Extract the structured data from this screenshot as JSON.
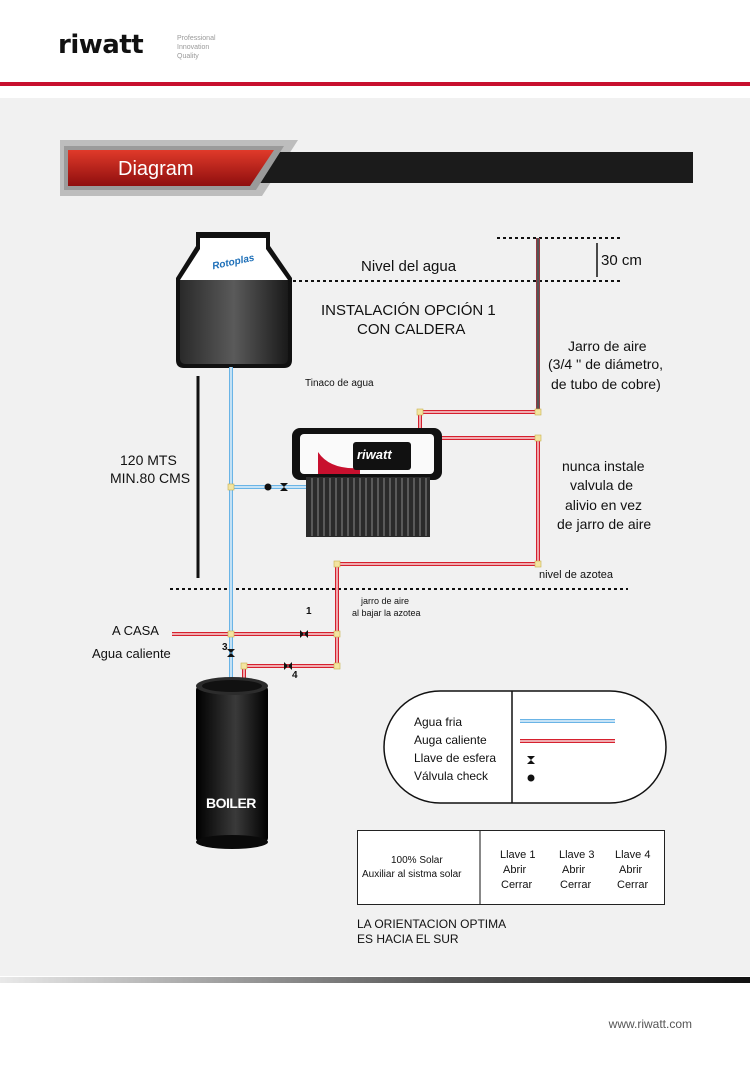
{
  "brand": {
    "logo_text": "riwatt",
    "tagline": [
      "Professional",
      "Innovation",
      "Quality"
    ],
    "website": "www.riwatt.com"
  },
  "section_header": "Diagram",
  "diagram": {
    "tank_brand": "Rotoplas",
    "tank_label": "Tinaco de agua",
    "water_level": "Nivel del agua",
    "title_line1": "INSTALACIÓN OPCIÓN 1",
    "title_line2": "CON CALDERA",
    "distance_30": "30 cm",
    "air_jar_line1": "Jarro de aire",
    "air_jar_line2": "(3/4 '' de diámetro,",
    "air_jar_line3": "de tubo de cobre)",
    "height_line1": "120 MTS",
    "height_line2": "MIN.80 CMS",
    "collector_brand": "riwatt",
    "note_line1": "nunca instale",
    "note_line2": "valvula de",
    "note_line3": "alivio en vez",
    "note_line4": "de jarro de aire",
    "roof_level": "nivel de azotea",
    "air_jar_roof_line1": "jarro de aire",
    "air_jar_roof_line2": "al bajar la azotea",
    "to_house": "A CASA",
    "hot_water": "Agua caliente",
    "valve1": "1",
    "valve3": "3",
    "valve4": "4",
    "boiler": "BOILER"
  },
  "legend": {
    "items": [
      "Agua fria",
      "Auga caliente",
      "Llave de esfera",
      "Válvula  check"
    ],
    "cold_color": "#6ab4e6",
    "hot_color": "#d6202e"
  },
  "valve_table": {
    "mode_line1": "100% Solar",
    "mode_line2": "Auxiliar al sistma solar",
    "columns": [
      {
        "title": "Llave 1",
        "row1": "Abrir",
        "row2": "Cerrar"
      },
      {
        "title": "Llave 3",
        "row1": "Abrir",
        "row2": "Cerrar"
      },
      {
        "title": "Llave 4",
        "row1": "Abrir",
        "row2": "Cerrar"
      }
    ]
  },
  "orientation_line1": "LA ORIENTACION OPTIMA",
  "orientation_line2": "ES HACIA EL SUR"
}
